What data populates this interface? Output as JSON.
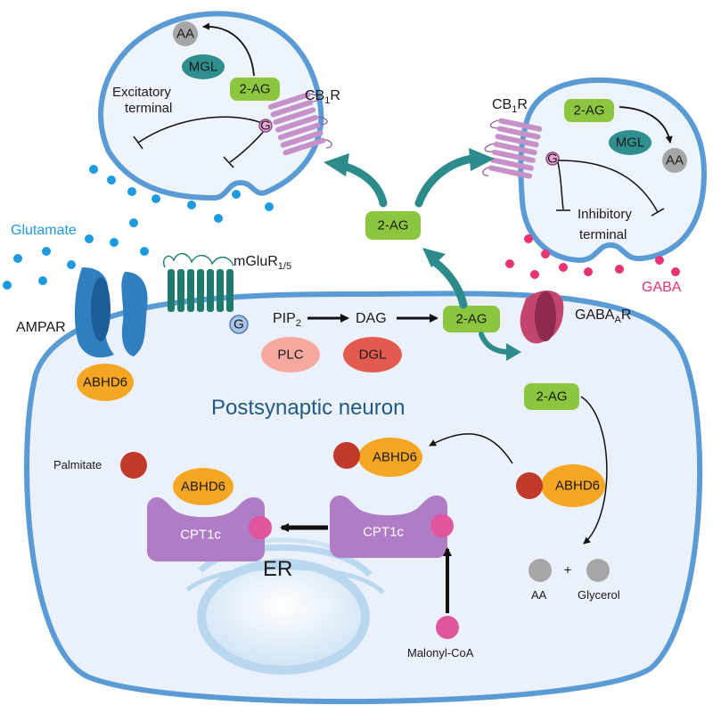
{
  "labels": {
    "aa": "AA",
    "mgl": "MGL",
    "two_ag": "2-AG",
    "excitatory_terminal_line1": "Excitatory",
    "excitatory_terminal_line2": "terminal",
    "inhibitory_terminal_line1": "Inhibitory",
    "inhibitory_terminal_line2": "terminal",
    "cb1r_base": "CB",
    "cb1r_sub": "1",
    "cb1r_end": "R",
    "g_protein": "G",
    "glutamate": "Glutamate",
    "gaba": "GABA",
    "mglur_base": "mGluR",
    "mglur_sub": "1/5",
    "ampar": "AMPAR",
    "gabaar_base": "GABA",
    "gabaar_sub": "A",
    "gabaar_end": "R",
    "pip2_base": "PIP",
    "pip2_sub": "2",
    "dag": "DAG",
    "plc": "PLC",
    "dgl": "DGL",
    "abhd6": "ABHD6",
    "postsynaptic_neuron": "Postsynaptic neuron",
    "palmitate": "Palmitate",
    "cpt1c": "CPT1c",
    "er": "ER",
    "malonyl_coa": "Malonyl-CoA",
    "plus": "+",
    "glycerol": "Glycerol"
  },
  "colors": {
    "membrane": "#5b9bd5",
    "cell_fill": "#eaf1fb",
    "terminal_fill": "#eef4fc",
    "green_pill": "#8cc63f",
    "teal": "#2e8b8b",
    "mgl": "#2f8f8f",
    "grey": "#a6a6a6",
    "orange": "#f5a623",
    "palmitate": "#c0392b",
    "cpt1c": "#b07cc6",
    "magenta": "#e0559e",
    "glutamate": "#1e9be0",
    "gaba": "#e8336f",
    "ampar": "#2f7fc1",
    "gabaar": "#c2456e",
    "mglur": "#1f7a6e",
    "cb1r": "#c690c9",
    "plc": "#f7a9a0",
    "dgl": "#e35b4f",
    "er": "#b9d7ef",
    "title_text": "#1f5a82"
  }
}
